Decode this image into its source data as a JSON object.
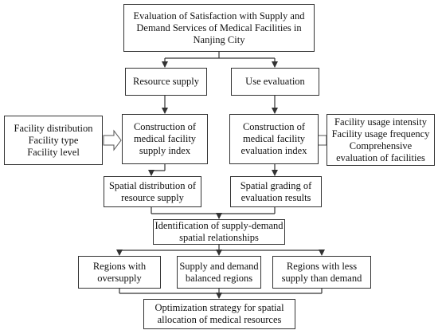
{
  "diagram": {
    "title": "Evaluation of Satisfaction with Supply and\nDemand Services of Medical Facilities in\nNanjing City",
    "branches": {
      "supply_label": "Resource supply",
      "use_label": "Use evaluation"
    },
    "supply_factors": "Facility distribution\nFacility type\nFacility level",
    "supply_index": "Construction of\nmedical facility\nsupply index",
    "evaluation_index": "Construction of\nmedical facility\nevaluation index",
    "evaluation_factors": "Facility usage intensity\nFacility usage frequency\nComprehensive\nevaluation of facilities",
    "supply_distribution": "Spatial distribution of\nresource supply",
    "evaluation_grading": "Spatial grading of\nevaluation results",
    "identification": "Identification of supply-demand\nspatial relationships",
    "regions": {
      "oversupply": "Regions with\noversupply",
      "balanced": "Supply and demand\nbalanced regions",
      "less_supply": "Regions with less\nsupply than demand"
    },
    "optimization": "Optimization strategy for spatial\nallocation of medical resources"
  },
  "colors": {
    "stroke": "#333333",
    "background": "#ffffff",
    "text": "#111111"
  }
}
